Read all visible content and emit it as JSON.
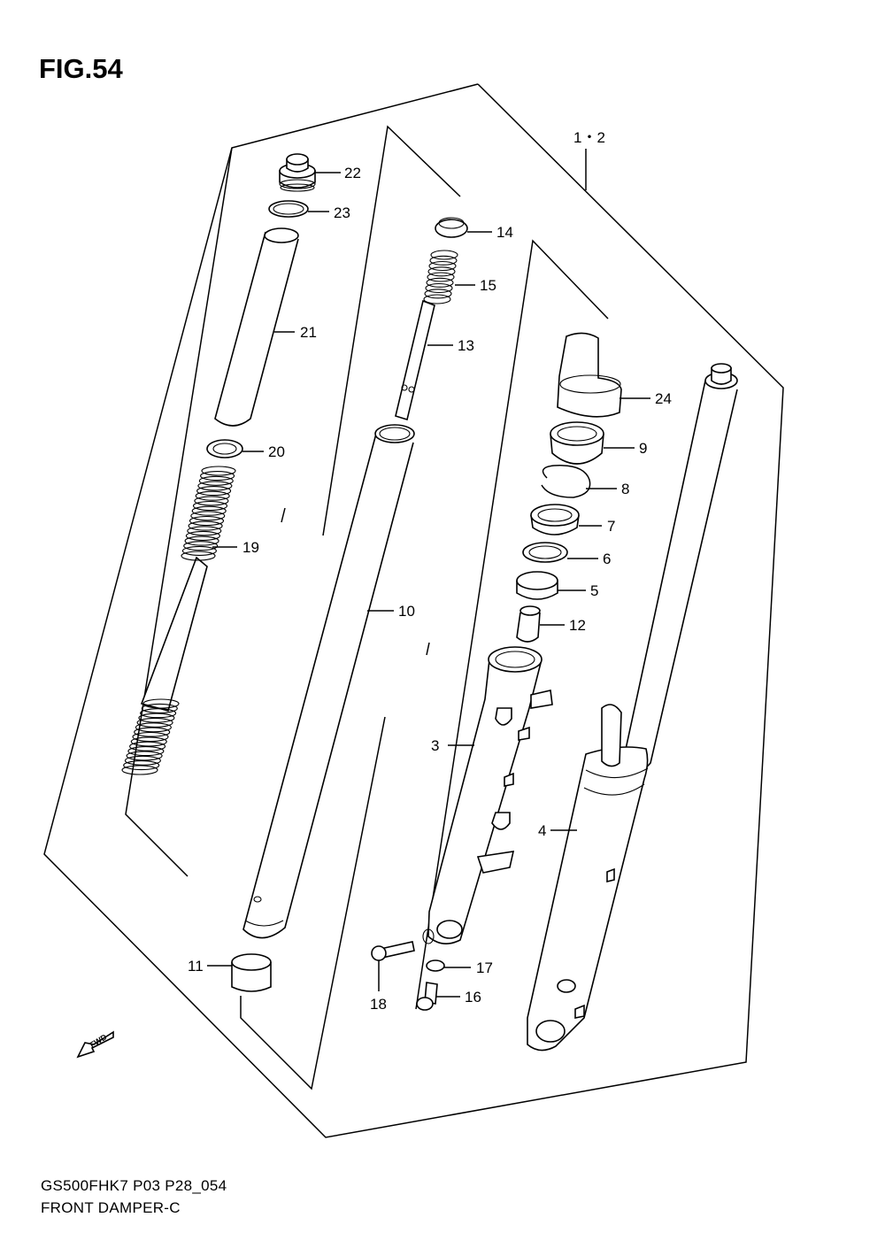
{
  "figure": {
    "title": "FIG.54"
  },
  "footer": {
    "model_code": "GS500FHK7 P03 P28_054",
    "section_name": "FRONT DAMPER-C"
  },
  "fwd_arrow": {
    "label": "FWD"
  },
  "callouts": [
    {
      "id": "c1",
      "text": "1・2"
    },
    {
      "id": "c22",
      "text": "22"
    },
    {
      "id": "c23",
      "text": "23"
    },
    {
      "id": "c21",
      "text": "21"
    },
    {
      "id": "c20",
      "text": "20"
    },
    {
      "id": "c19",
      "text": "19"
    },
    {
      "id": "c14",
      "text": "14"
    },
    {
      "id": "c15",
      "text": "15"
    },
    {
      "id": "c13",
      "text": "13"
    },
    {
      "id": "c10",
      "text": "10"
    },
    {
      "id": "c24",
      "text": "24"
    },
    {
      "id": "c9",
      "text": "9"
    },
    {
      "id": "c8",
      "text": "8"
    },
    {
      "id": "c7",
      "text": "7"
    },
    {
      "id": "c6",
      "text": "6"
    },
    {
      "id": "c5",
      "text": "5"
    },
    {
      "id": "c12",
      "text": "12"
    },
    {
      "id": "c3",
      "text": "3"
    },
    {
      "id": "c4",
      "text": "4"
    },
    {
      "id": "c11",
      "text": "11"
    },
    {
      "id": "c17",
      "text": "17"
    },
    {
      "id": "c18",
      "text": "18"
    },
    {
      "id": "c16",
      "text": "16"
    }
  ]
}
